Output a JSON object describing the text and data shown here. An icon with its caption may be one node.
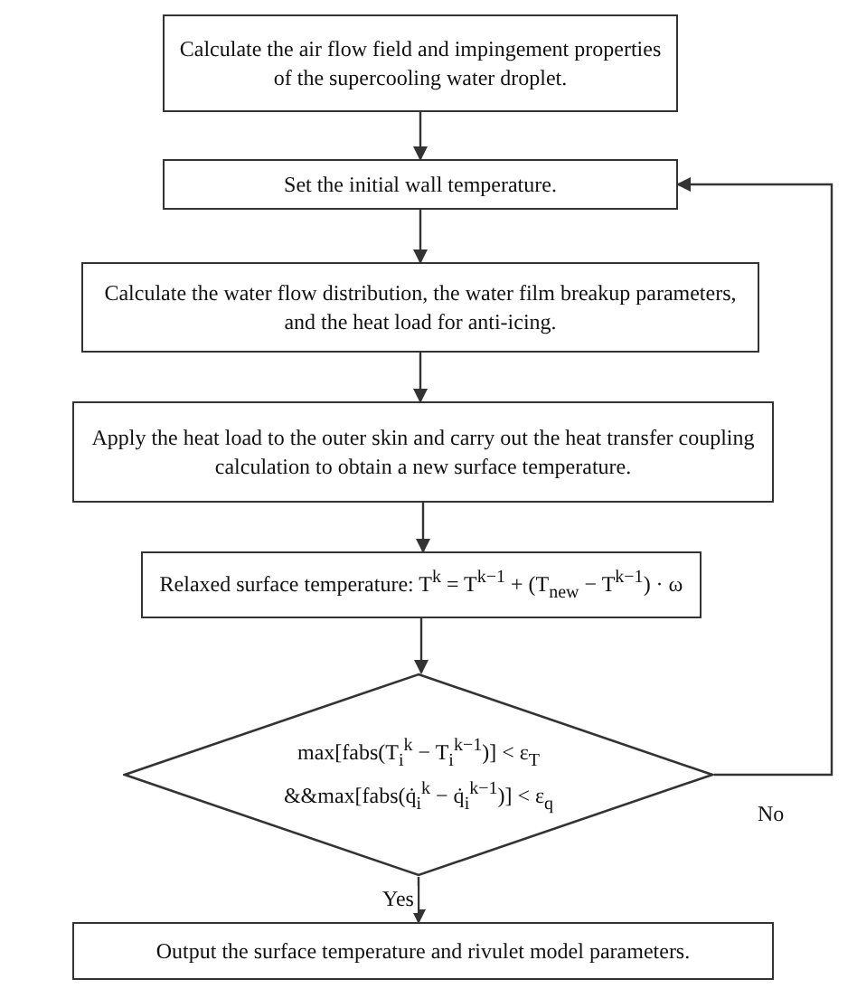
{
  "diagram": {
    "nodes": [
      {
        "text": [
          "Calculate the air flow field and impingement properties of the supercooling water droplet."
        ]
      },
      {
        "text": [
          "Set the initial wall temperature."
        ]
      },
      {
        "text": [
          "Calculate the water flow distribution, the water film breakup parameters, and the heat load for anti-icing."
        ]
      },
      {
        "text": [
          "Apply the heat load to the outer skin and carry out the heat transfer coupling calculation to obtain a new surface temperature."
        ]
      },
      {
        "text": [
          "Relaxed surface temperature: T$^{k}$ = T$^{k−1}$ + (T$_{new}$ − T$^{k−1}$) · ω"
        ]
      },
      {
        "text": [
          "max[fabs(T$_{i}$$^{k}$ − T$_{i}$$^{k−1}$)] < ε$_{T}$",
          "&&max[fabs(q̇$_{i}$$^{k}$ − q̇$_{i}$$^{k−1}$)] < ε$_{q}$"
        ]
      },
      {
        "text": [
          "Output the surface temperature and rivulet model parameters."
        ]
      }
    ],
    "edges": [
      {
        "from": 0,
        "to": 1,
        "arrow": "to"
      },
      {
        "from": 1,
        "to": 2,
        "arrow": "to"
      },
      {
        "from": 2,
        "to": 3,
        "arrow": "to"
      },
      {
        "from": 3,
        "to": 4,
        "arrow": "to"
      },
      {
        "from": 4,
        "to": 5,
        "arrow": "to"
      },
      {
        "from": 5,
        "to": 6,
        "arrow": "to",
        "label": "Yes"
      },
      {
        "from": 5,
        "to": 1,
        "arrow": "to",
        "label": "No"
      }
    ]
  }
}
